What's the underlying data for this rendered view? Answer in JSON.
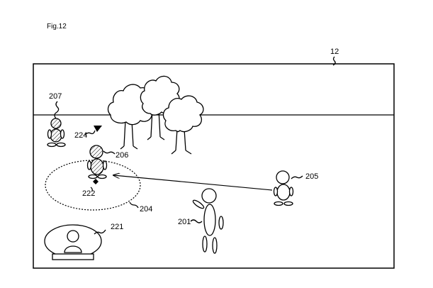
{
  "figure": {
    "title": "Fig.12",
    "labels": {
      "frame": "12",
      "user": "201",
      "first_player": "207",
      "target_player": "206",
      "other_player": "205",
      "range": "204",
      "avatar": "221",
      "marker": "222",
      "pointer": "224"
    },
    "hatched_figures": [
      "207",
      "206"
    ],
    "arrow": {
      "from": "205",
      "to": "204"
    },
    "dotted_ellipse": "204"
  }
}
